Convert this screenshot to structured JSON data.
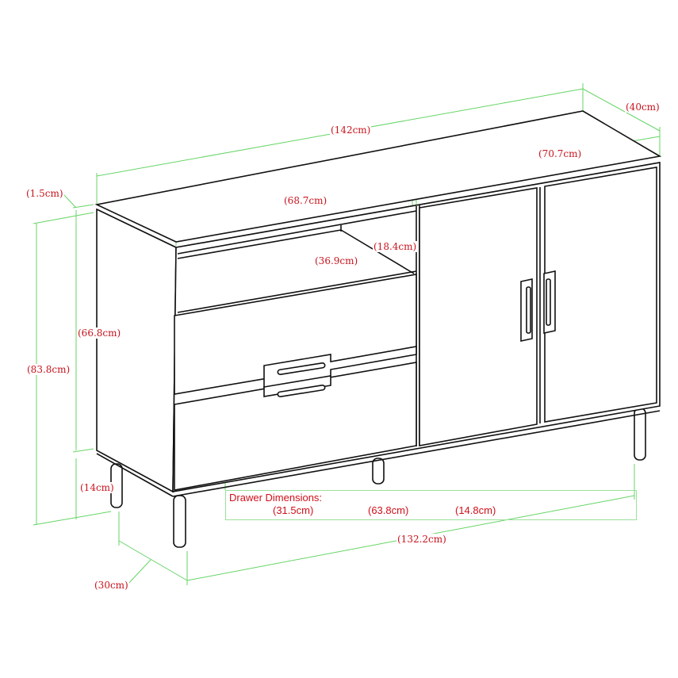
{
  "labels": {
    "overall_width": "(142cm)",
    "overall_depth": "(40cm)",
    "door_section_width": "(70.7cm)",
    "top_thickness": "(1.5cm)",
    "drawer_section_width": "(68.7cm)",
    "shelf_height": "(18.4cm)",
    "shelf_depth": "(36.9cm)",
    "cabinet_height": "(66.8cm)",
    "overall_height": "(83.8cm)",
    "leg_height": "(14cm)",
    "leg_span_width": "(132.2cm)",
    "leg_span_depth": "(30cm)"
  },
  "drawer_dimensions": {
    "title": "Drawer Dimensions:",
    "depth": "(31.5cm)",
    "width": "(63.8cm)",
    "height": "(14.8cm)"
  },
  "colors": {
    "dimension_line": "#66d466",
    "label": "#c8141e",
    "outline": "#111111"
  }
}
